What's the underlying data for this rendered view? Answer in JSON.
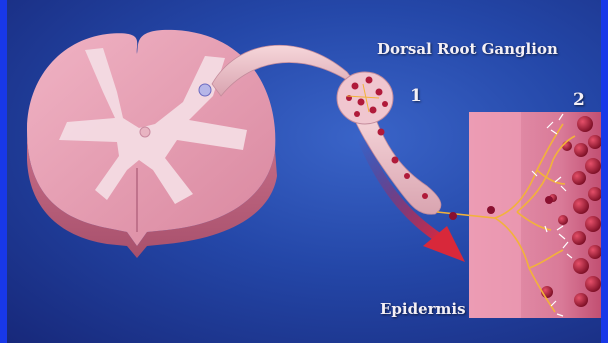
{
  "labels": {
    "ganglion": "Dorsal Root Ganglion",
    "marker_1": "1",
    "marker_2": "2",
    "epidermis": "Epidermis"
  },
  "colors": {
    "background": "#2447a8",
    "border": "#1838e8",
    "tissue": "#e8a0b4",
    "grey_matter": "#f3dbe3",
    "nerve_fiber": "#f2b23a",
    "blood_cell": "#b01a3a",
    "arrow": "#d8283a"
  }
}
